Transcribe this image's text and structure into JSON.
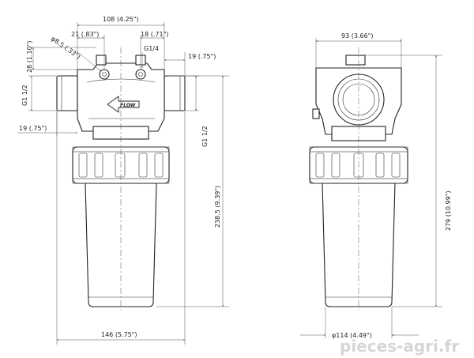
{
  "dimensions": {
    "top_width": "108 (4.25\")",
    "inlet_offset": "21 (.83\")",
    "outlet_offset": "18 (.71\")",
    "gauge_thread": "G1/4",
    "right_offset": "19 (.75\")",
    "hole_diameter": "φ8.5 (.33\")",
    "top_height": "28 (1.10\")",
    "inlet_thread": "G1 1/2",
    "left_offset": "19 (.75\")",
    "outlet_thread": "G1 1/2",
    "body_height": "238.5 (9.39\")",
    "overall_width": "146 (5.75\")",
    "side_width": "93 (3.66\")",
    "total_height": "279 (10.99\")",
    "bowl_diameter": "φ114 (4.49\")"
  },
  "flow_label": "FLOW",
  "watermark": "pieces-agri.fr"
}
